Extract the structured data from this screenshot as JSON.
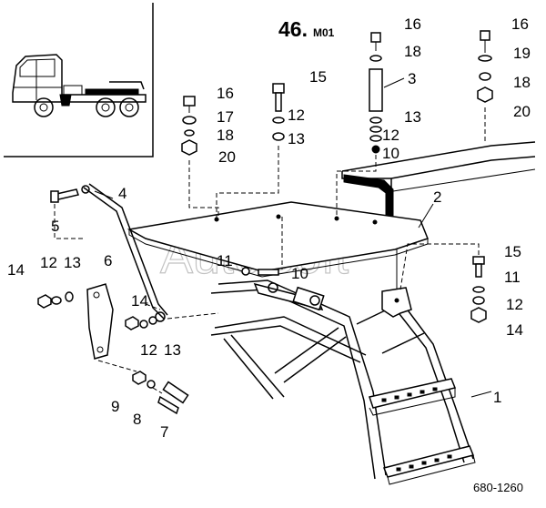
{
  "diagram": {
    "title_main": "46.",
    "title_sub": "M01",
    "watermark": "AutoSoft",
    "doc_number": "680-1260"
  },
  "labels": [
    {
      "id": "l1",
      "text": "1"
    },
    {
      "id": "l2",
      "text": "2"
    },
    {
      "id": "l3",
      "text": "3"
    },
    {
      "id": "l4",
      "text": "4"
    },
    {
      "id": "l5",
      "text": "5"
    },
    {
      "id": "l6",
      "text": "6"
    },
    {
      "id": "l7",
      "text": "7"
    },
    {
      "id": "l8",
      "text": "8"
    },
    {
      "id": "l9",
      "text": "9"
    },
    {
      "id": "l10a",
      "text": "10"
    },
    {
      "id": "l10b",
      "text": "10"
    },
    {
      "id": "l11a",
      "text": "11"
    },
    {
      "id": "l11b",
      "text": "11"
    },
    {
      "id": "l12a",
      "text": "12"
    },
    {
      "id": "l12b",
      "text": "12"
    },
    {
      "id": "l12c",
      "text": "12"
    },
    {
      "id": "l12d",
      "text": "12"
    },
    {
      "id": "l12e",
      "text": "12"
    },
    {
      "id": "l13a",
      "text": "13"
    },
    {
      "id": "l13b",
      "text": "13"
    },
    {
      "id": "l13c",
      "text": "13"
    },
    {
      "id": "l13d",
      "text": "13"
    },
    {
      "id": "l14a",
      "text": "14"
    },
    {
      "id": "l14b",
      "text": "14"
    },
    {
      "id": "l14c",
      "text": "14"
    },
    {
      "id": "l15a",
      "text": "15"
    },
    {
      "id": "l15b",
      "text": "15"
    },
    {
      "id": "l16a",
      "text": "16"
    },
    {
      "id": "l16b",
      "text": "16"
    },
    {
      "id": "l16c",
      "text": "16"
    },
    {
      "id": "l17",
      "text": "17"
    },
    {
      "id": "l18a",
      "text": "18"
    },
    {
      "id": "l18b",
      "text": "18"
    },
    {
      "id": "l18c",
      "text": "18"
    },
    {
      "id": "l19",
      "text": "19"
    },
    {
      "id": "l20a",
      "text": "20"
    },
    {
      "id": "l20b",
      "text": "20"
    }
  ]
}
